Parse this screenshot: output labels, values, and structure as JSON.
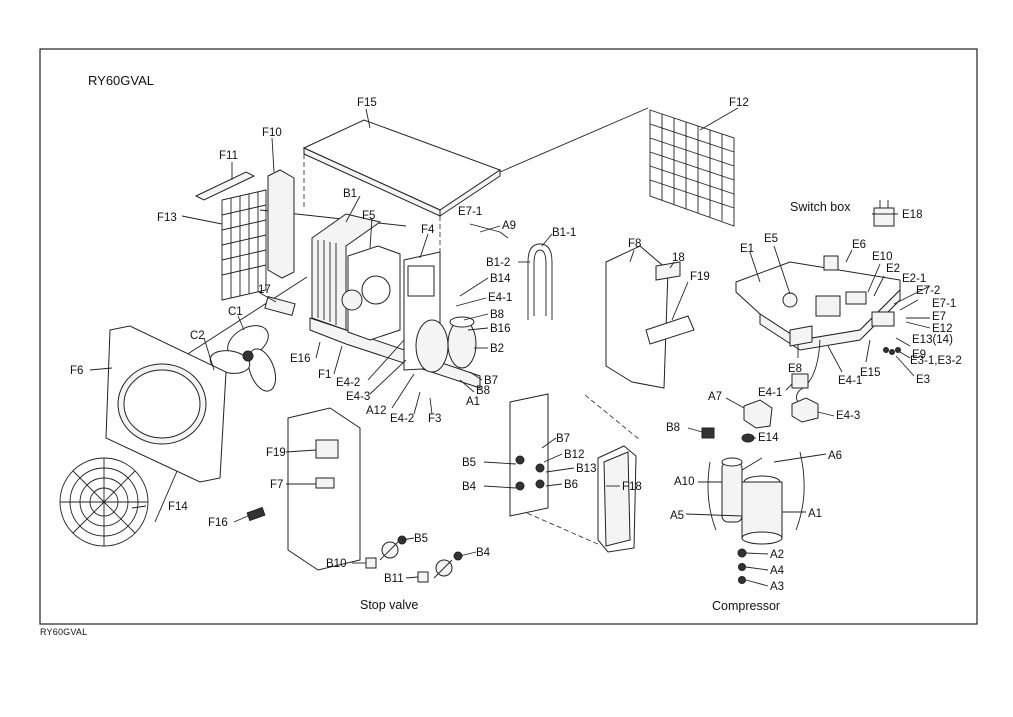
{
  "model_title": "RY60GVAL",
  "footer_code": "RY60GVAL",
  "captions": {
    "switch_box": "Switch box",
    "stop_valve": "Stop valve",
    "compressor": "Compressor"
  },
  "labels": {
    "F15": "F15",
    "F12": "F12",
    "F10": "F10",
    "F11": "F11",
    "F13": "F13",
    "B1": "B1",
    "F5": "F5",
    "F4": "F4",
    "E7_1": "E7-1",
    "A9": "A9",
    "B1_1": "B1-1",
    "B1_2": "B1-2",
    "B14": "B14",
    "E4_1": "E4-1",
    "B8": "B8",
    "B16": "B16",
    "B2": "B2",
    "B7": "B7",
    "A1": "A1",
    "F8": "F8",
    "n18": "18",
    "F19": "F19",
    "n17": "17",
    "C1": "C1",
    "C2": "C2",
    "F6": "F6",
    "E16": "E16",
    "F1": "F1",
    "E4_2": "E4-2",
    "E4_3": "E4-3",
    "A12": "A12",
    "F3": "F3",
    "E18": "E18",
    "E1": "E1",
    "E5": "E5",
    "E6": "E6",
    "E10": "E10",
    "E2": "E2",
    "E2_1": "E2-1",
    "E7_2": "E7-2",
    "E7": "E7",
    "E12": "E12",
    "E13_14": "E13(14)",
    "E9": "E9",
    "E3_1_E3_2": "E3-1,E3-2",
    "E3": "E3",
    "E15": "E15",
    "E8": "E8",
    "A7": "A7",
    "E4_3b": "E4-3",
    "E14": "E14",
    "A6": "A6",
    "A10": "A10",
    "A5": "A5",
    "A2": "A2",
    "A4": "A4",
    "A3": "A3",
    "F14": "F14",
    "F7": "F7",
    "F16": "F16",
    "B5": "B5",
    "B4": "B4",
    "B12": "B12",
    "B13": "B13",
    "B6": "B6",
    "F18": "F18",
    "B10": "B10",
    "B11": "B11"
  }
}
